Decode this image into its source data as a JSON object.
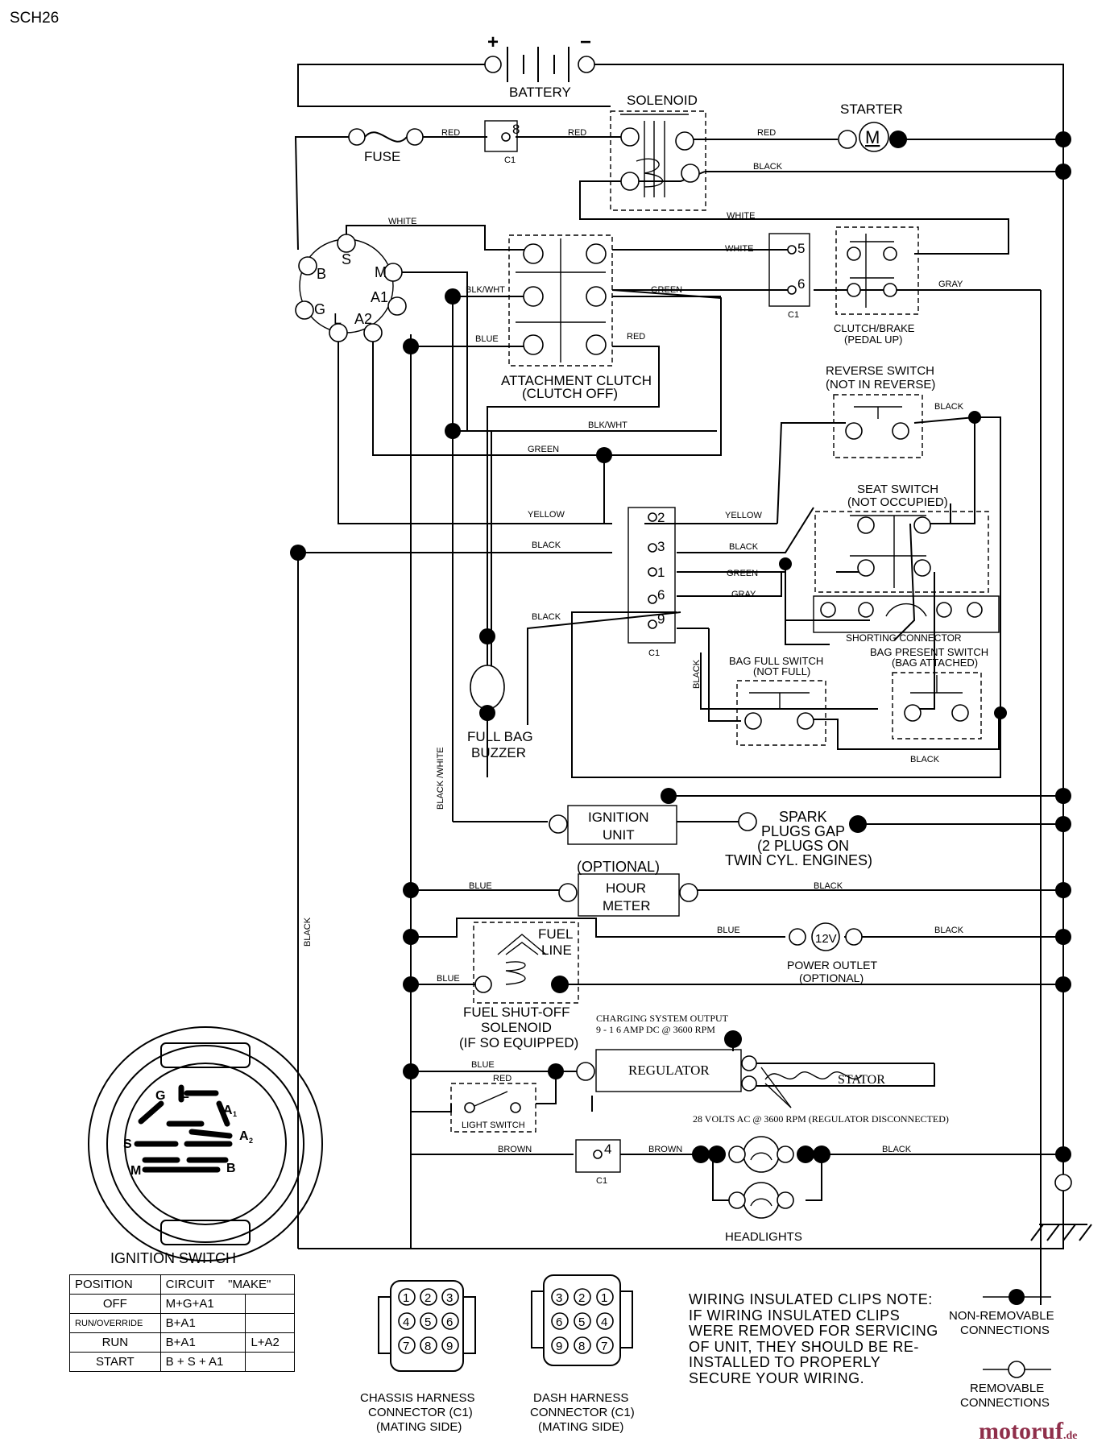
{
  "header": {
    "code": "SCH26"
  },
  "components": {
    "battery": "BATTERY",
    "battery_plus": "+",
    "battery_minus": "−",
    "solenoid": "SOLENOID",
    "starter": "STARTER",
    "starter_m": "M",
    "fuse": "FUSE",
    "attachment_clutch": [
      "ATTACHMENT CLUTCH",
      "(CLUTCH OFF)"
    ],
    "clutch_brake": [
      "CLUTCH/BRAKE",
      "(PEDAL UP)"
    ],
    "reverse_switch": [
      "REVERSE SWITCH",
      "(NOT IN REVERSE)"
    ],
    "seat_switch": [
      "SEAT SWITCH",
      "(NOT OCCUPIED)"
    ],
    "shorting_connector": "SHORTING CONNECTOR",
    "bag_full_switch": [
      "BAG FULL SWITCH",
      "(NOT FULL)"
    ],
    "bag_present_switch": [
      "BAG PRESENT SWITCH",
      "(BAG ATTACHED)"
    ],
    "full_bag_buzzer": [
      "FULL BAG",
      "BUZZER"
    ],
    "ignition_unit": [
      "IGNITION",
      "UNIT"
    ],
    "spark_plugs": [
      "SPARK",
      "PLUGS GAP",
      "(2 PLUGS ON",
      "TWIN CYL. ENGINES)"
    ],
    "hour_meter": [
      "(OPTIONAL)",
      "HOUR",
      "METER"
    ],
    "fuel_line": [
      "FUEL",
      "LINE"
    ],
    "power_outlet": [
      "POWER OUTLET",
      "(OPTIONAL)"
    ],
    "power_outlet_v": "12V",
    "fuel_solenoid": [
      "FUEL SHUT-OFF",
      "SOLENOID",
      "(IF SO EQUIPPED)"
    ],
    "charging": [
      "CHARGING SYSTEM OUTPUT",
      "9 - 1 6 AMP DC @ 3600 RPM"
    ],
    "regulator": "REGULATOR",
    "stator": "STATOR",
    "stator_volts": "28 VOLTS AC @ 3600 RPM (REGULATOR DISCONNECTED)",
    "light_switch": "LIGHT SWITCH",
    "headlights": "HEADLIGHTS",
    "ignition_switch": "IGNITION SWITCH",
    "c1": "C1"
  },
  "pins": {
    "n8": "8",
    "n5": "5",
    "n6": "6",
    "n2": "2",
    "n3": "3",
    "n1": "1",
    "n6b": "6",
    "n9": "9",
    "n4": "4"
  },
  "ign_terms": {
    "b": "B",
    "s": "S",
    "m": "M",
    "g": "G",
    "a1": "A1",
    "l": "L",
    "a2": "A2"
  },
  "ign_face": {
    "g": "G",
    "l": "L",
    "a1": "A",
    "a2": "A",
    "s": "S",
    "m": "M",
    "b": "B",
    "sub1": "1",
    "sub2": "2"
  },
  "wires": {
    "red": "RED",
    "black": "BLACK",
    "white": "WHITE",
    "blkwht": "BLK/WHT",
    "green": "GREEN",
    "blue": "BLUE",
    "gray": "GRAY",
    "yellow": "YELLOW",
    "brown": "BROWN",
    "black_white": "BLACK /WHITE"
  },
  "table": {
    "headers": [
      "POSITION",
      "CIRCUIT",
      "\"MAKE\""
    ],
    "rows": [
      {
        "pos": "OFF",
        "c1": "M+G+A1",
        "c2": ""
      },
      {
        "pos": "RUN/OVERRIDE",
        "c1": "B+A1",
        "c2": ""
      },
      {
        "pos": "RUN",
        "c1": "B+A1",
        "c2": "L+A2"
      },
      {
        "pos": "START",
        "c1": "B + S + A1",
        "c2": ""
      }
    ]
  },
  "connectors": {
    "chassis": [
      "CHASSIS HARNESS",
      "CONNECTOR (C1)",
      "(MATING SIDE)"
    ],
    "dash": [
      "DASH HARNESS",
      "CONNECTOR (C1)",
      "(MATING SIDE)"
    ],
    "chassis_pins": [
      "1",
      "2",
      "3",
      "4",
      "5",
      "6",
      "7",
      "8",
      "9"
    ],
    "dash_pins": [
      "3",
      "2",
      "1",
      "6",
      "5",
      "4",
      "9",
      "8",
      "7"
    ]
  },
  "legend": {
    "non_removable": [
      "NON-REMOVABLE",
      "CONNECTIONS"
    ],
    "removable": [
      "REMOVABLE",
      "CONNECTIONS"
    ]
  },
  "note": "WIRING INSULATED CLIPS NOTE: IF WIRING INSULATED CLIPS WERE REMOVED FOR SERVICING OF UNIT, THEY SHOULD BE RE-INSTALLED TO PROPERLY SECURE YOUR WIRING.",
  "watermark": {
    "main": "motoruf",
    "tld": ".de"
  }
}
